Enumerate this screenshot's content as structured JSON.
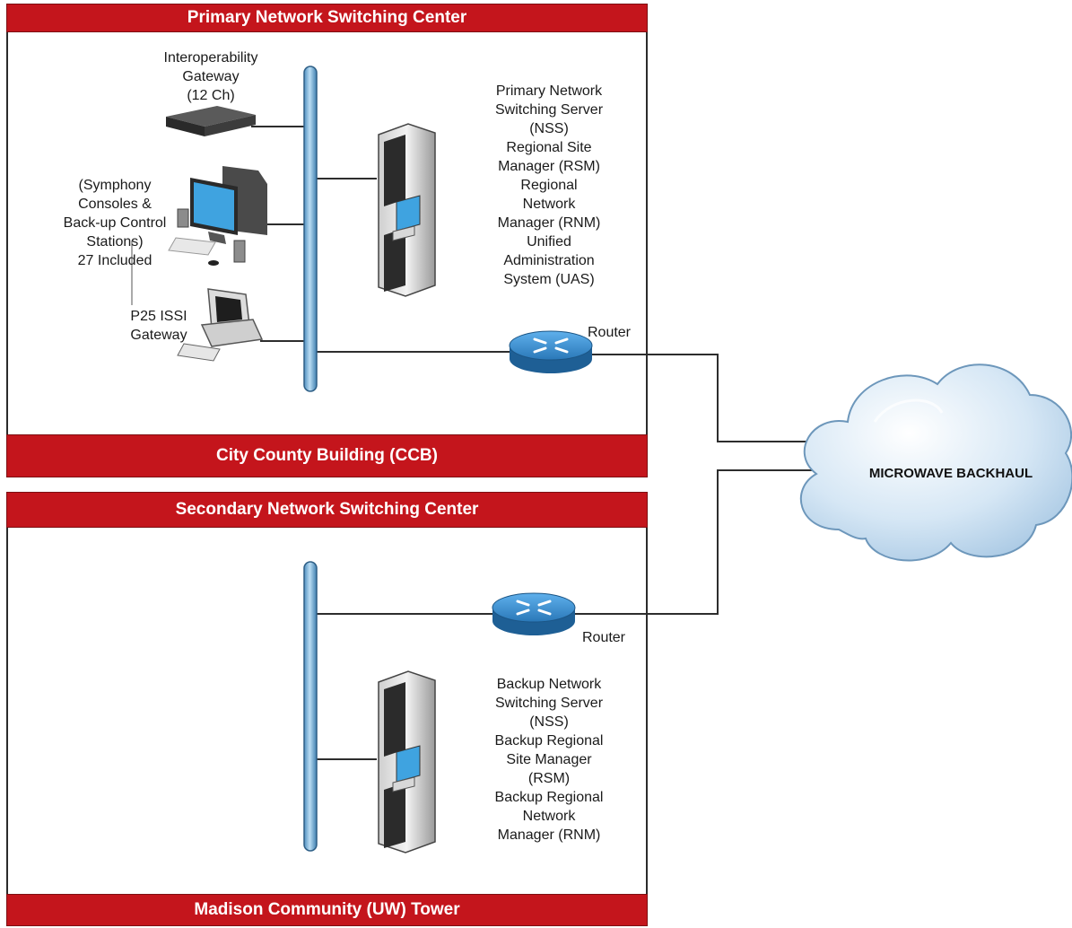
{
  "primary": {
    "header": "Primary Network Switching Center",
    "footer": "City County Building (CCB)",
    "gateway_label": "Interoperability\nGateway\n(12 Ch)",
    "consoles_label": "(Symphony\nConsoles &\nBack-up Control\nStations)\n27 Included",
    "issi_label": "P25 ISSI\nGateway",
    "server_label": "Primary Network\nSwitching Server\n(NSS)\nRegional Site\nManager (RSM)\nRegional\nNetwork\nManager (RNM)\nUnified\nAdministration\nSystem (UAS)",
    "router_label": "Router"
  },
  "secondary": {
    "header": "Secondary Network Switching Center",
    "footer": "Madison Community (UW) Tower",
    "router_label": "Router",
    "server_label": "Backup Network\nSwitching Server\n(NSS)\nBackup Regional\nSite Manager\n(RSM)\nBackup Regional\nNetwork\nManager (RNM)"
  },
  "cloud": {
    "label": "MICROWAVE BACKHAUL"
  },
  "colors": {
    "band": "#c4151c",
    "bus": "#7fb6dd",
    "router": "#2f86c9",
    "screen": "#3fa3e0"
  },
  "icons": {
    "gateway": "rack-appliance-icon",
    "consoles": "desktop-workstation-icon",
    "issi": "crt-computer-icon",
    "server": "server-tower-icon",
    "router": "router-icon",
    "cloud": "cloud-icon"
  }
}
